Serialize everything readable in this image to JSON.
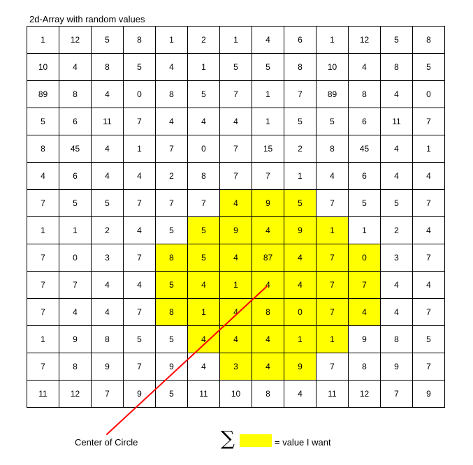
{
  "title": "2d-Array with random values",
  "grid": [
    [
      "1",
      "12",
      "5",
      "8",
      "1",
      "2",
      "1",
      "4",
      "6",
      "1",
      "12",
      "5",
      "8"
    ],
    [
      "10",
      "4",
      "8",
      "5",
      "4",
      "1",
      "5",
      "5",
      "8",
      "10",
      "4",
      "8",
      "5"
    ],
    [
      "89",
      "8",
      "4",
      "0",
      "8",
      "5",
      "7",
      "1",
      "7",
      "89",
      "8",
      "4",
      "0"
    ],
    [
      "5",
      "6",
      "11",
      "7",
      "4",
      "4",
      "4",
      "1",
      "5",
      "5",
      "6",
      "11",
      "7"
    ],
    [
      "8",
      "45",
      "4",
      "1",
      "7",
      "0",
      "7",
      "15",
      "2",
      "8",
      "45",
      "4",
      "1"
    ],
    [
      "4",
      "6",
      "4",
      "4",
      "2",
      "8",
      "7",
      "7",
      "1",
      "4",
      "6",
      "4",
      "4"
    ],
    [
      "7",
      "5",
      "5",
      "7",
      "7",
      "7",
      "4",
      "9",
      "5",
      "7",
      "5",
      "5",
      "7"
    ],
    [
      "1",
      "1",
      "2",
      "4",
      "5",
      "5",
      "9",
      "4",
      "9",
      "1",
      "1",
      "2",
      "4"
    ],
    [
      "7",
      "0",
      "3",
      "7",
      "8",
      "5",
      "4",
      "87",
      "4",
      "7",
      "0",
      "3",
      "7"
    ],
    [
      "7",
      "7",
      "4",
      "4",
      "5",
      "4",
      "1",
      "4",
      "4",
      "7",
      "7",
      "4",
      "4"
    ],
    [
      "7",
      "4",
      "4",
      "7",
      "8",
      "1",
      "4",
      "8",
      "0",
      "7",
      "4",
      "4",
      "7"
    ],
    [
      "1",
      "9",
      "8",
      "5",
      "5",
      "4",
      "4",
      "4",
      "1",
      "1",
      "9",
      "8",
      "5"
    ],
    [
      "7",
      "8",
      "9",
      "7",
      "9",
      "4",
      "3",
      "4",
      "9",
      "7",
      "8",
      "9",
      "7"
    ],
    [
      "11",
      "12",
      "7",
      "9",
      "5",
      "11",
      "10",
      "8",
      "4",
      "11",
      "12",
      "7",
      "9"
    ]
  ],
  "highlighted_cells": [
    [
      6,
      6
    ],
    [
      6,
      7
    ],
    [
      6,
      8
    ],
    [
      7,
      5
    ],
    [
      7,
      6
    ],
    [
      7,
      7
    ],
    [
      7,
      8
    ],
    [
      7,
      9
    ],
    [
      8,
      4
    ],
    [
      8,
      5
    ],
    [
      8,
      6
    ],
    [
      8,
      7
    ],
    [
      8,
      8
    ],
    [
      8,
      9
    ],
    [
      8,
      10
    ],
    [
      9,
      4
    ],
    [
      9,
      5
    ],
    [
      9,
      6
    ],
    [
      9,
      7
    ],
    [
      9,
      8
    ],
    [
      9,
      9
    ],
    [
      9,
      10
    ],
    [
      10,
      4
    ],
    [
      10,
      5
    ],
    [
      10,
      6
    ],
    [
      10,
      7
    ],
    [
      10,
      8
    ],
    [
      10,
      9
    ],
    [
      10,
      10
    ],
    [
      11,
      5
    ],
    [
      11,
      6
    ],
    [
      11,
      7
    ],
    [
      11,
      8
    ],
    [
      11,
      9
    ],
    [
      12,
      6
    ],
    [
      12,
      7
    ],
    [
      12,
      8
    ]
  ],
  "highlight_color": "#ffff00",
  "pointer_color": "#ff0000",
  "center_label": "Center of Circle",
  "legend_symbol": "∑",
  "legend_text": "= value I want"
}
